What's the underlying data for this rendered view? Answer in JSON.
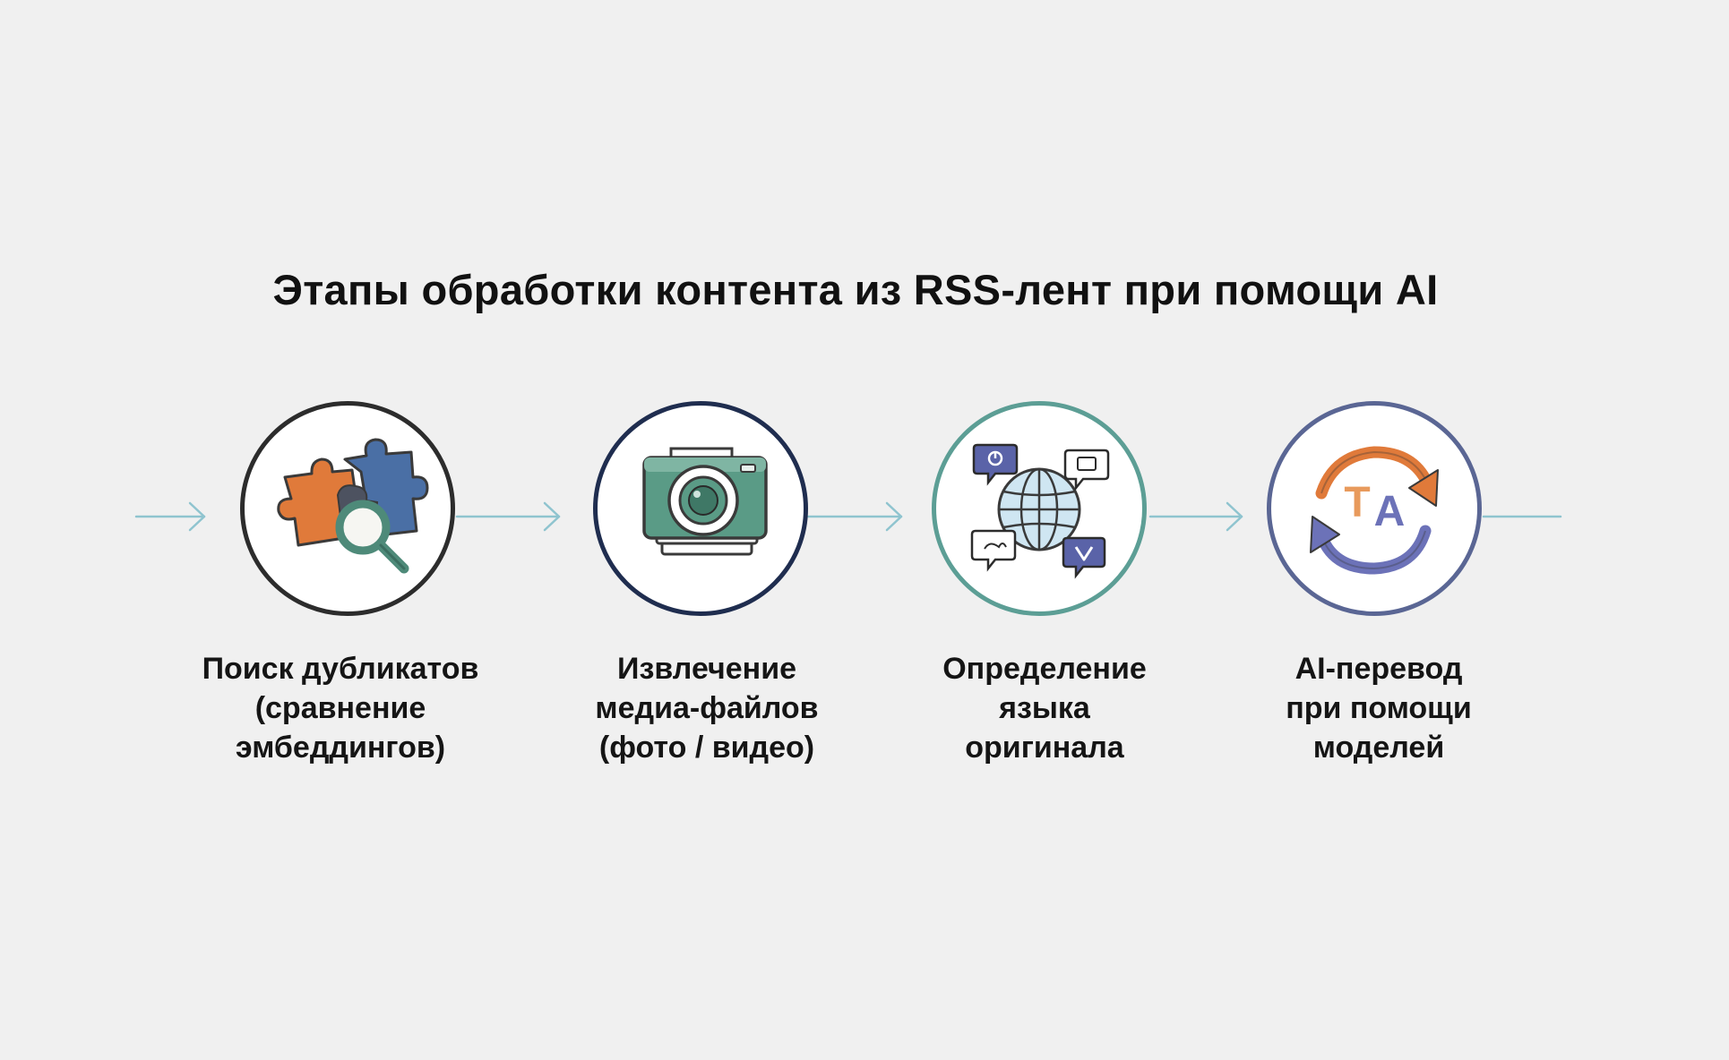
{
  "title": "Этапы обработки контента из RSS-лент при помощи AI",
  "colors": {
    "background": "#f0f0f0",
    "arrow": "#8fc4cf",
    "step1_border": "#2c2c2c",
    "step2_border": "#1f2d4f",
    "step3_border": "#5c9e95",
    "step4_border": "#5a6694"
  },
  "steps": [
    {
      "icon": "puzzle-magnifier-icon",
      "lines": [
        "Поиск дубликатов",
        "(сравнение",
        "эмбеддингов)"
      ]
    },
    {
      "icon": "camera-icon",
      "lines": [
        "Извлечение",
        "медиа-файлов",
        "(фото / видео)"
      ]
    },
    {
      "icon": "globe-speech-bubbles-icon",
      "lines": [
        "Определение",
        "языка",
        "оригинала"
      ]
    },
    {
      "icon": "translate-arrows-icon",
      "lines": [
        "AI-перевод",
        "при помощи",
        "моделей"
      ],
      "glyphs": [
        "T",
        "A"
      ]
    }
  ]
}
